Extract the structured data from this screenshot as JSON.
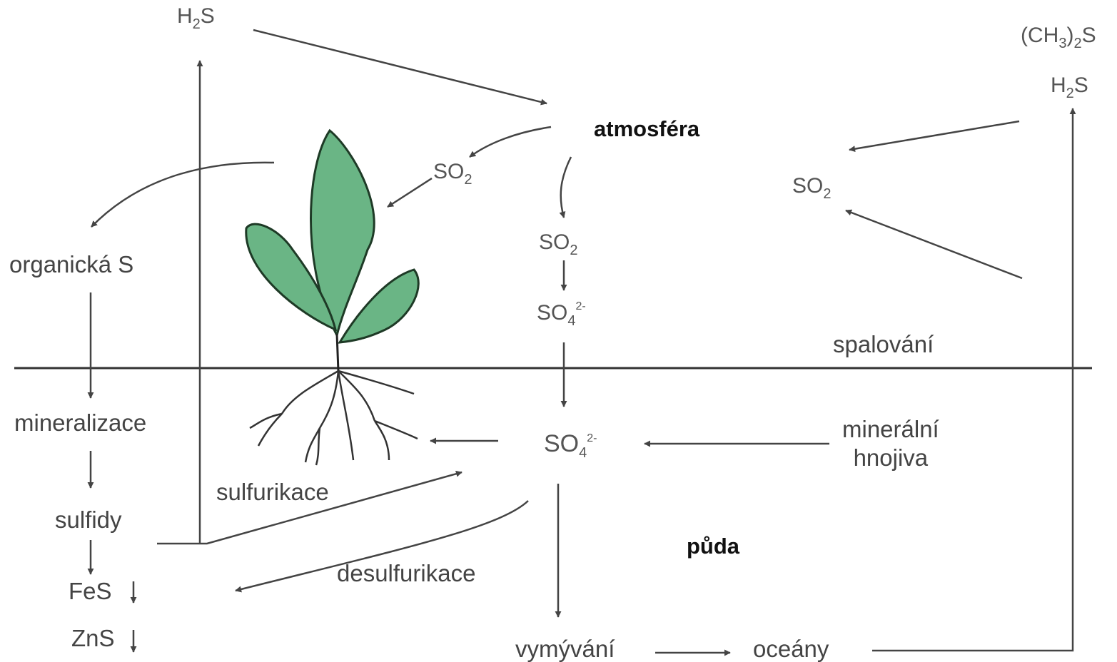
{
  "labels": {
    "atmosphere": "atmosféra",
    "soil": "půda",
    "organic_s": "organická S",
    "mineralization": "mineralizace",
    "sulfides": "sulfidy",
    "fes": "FeS",
    "zns": "ZnS",
    "sulfurication": "sulfurikace",
    "desulfurication": "desulfurikace",
    "combustion": "spalování",
    "mineral_fertilizers_1": "minerální",
    "mineral_fertilizers_2": "hnojiva",
    "leaching": "vymývání",
    "oceans": "oceány"
  },
  "chem": {
    "h2s_left": {
      "base": "H",
      "sub": "2",
      "rest": "S"
    },
    "h2s_right": {
      "base": "H",
      "sub": "2",
      "rest": "S"
    },
    "dms": {
      "pre": "(CH",
      "sub1": "3",
      "mid": ")",
      "sub2": "2",
      "rest": "S"
    },
    "so2_plant": {
      "base": "SO",
      "sub": "2"
    },
    "so2_right": {
      "base": "SO",
      "sub": "2"
    },
    "so2_center": {
      "base": "SO",
      "sub": "2"
    },
    "so4_air": {
      "base": "SO",
      "sub": "4",
      "sup": "2-"
    },
    "so4_soil": {
      "base": "SO",
      "sub": "4",
      "sup": "2-"
    }
  },
  "colors": {
    "leaf_fill": "#6ab585",
    "leaf_stroke": "#1e3a26",
    "arrow": "#444444",
    "ground_line": "#333333"
  }
}
